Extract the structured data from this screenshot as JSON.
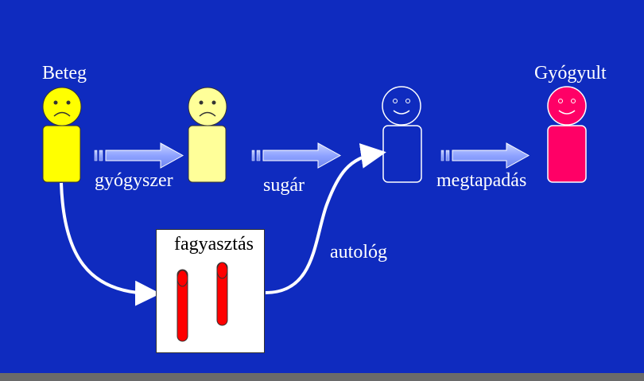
{
  "labels": {
    "sick": "Beteg",
    "healed": "Gyógyult",
    "drug": "gyógyszer",
    "radiation": "sugár",
    "engraftment": "megtapadás",
    "freezing": "fagyasztás",
    "autologous": "autológ"
  },
  "colors": {
    "background": "#0f2bbf",
    "sick_figure": "#ffff00",
    "weak_figure": "#ffff99",
    "empty_figure": "#0f2bbf",
    "healed_figure": "#ff0066",
    "arrow_fill": "#8fa3ff",
    "tube": "#ff0000"
  },
  "icons": {
    "sad_face": "sad-face-icon",
    "happy_face": "happy-face-icon",
    "block_arrow": "block-arrow-icon",
    "test_tube": "test-tube-icon"
  }
}
